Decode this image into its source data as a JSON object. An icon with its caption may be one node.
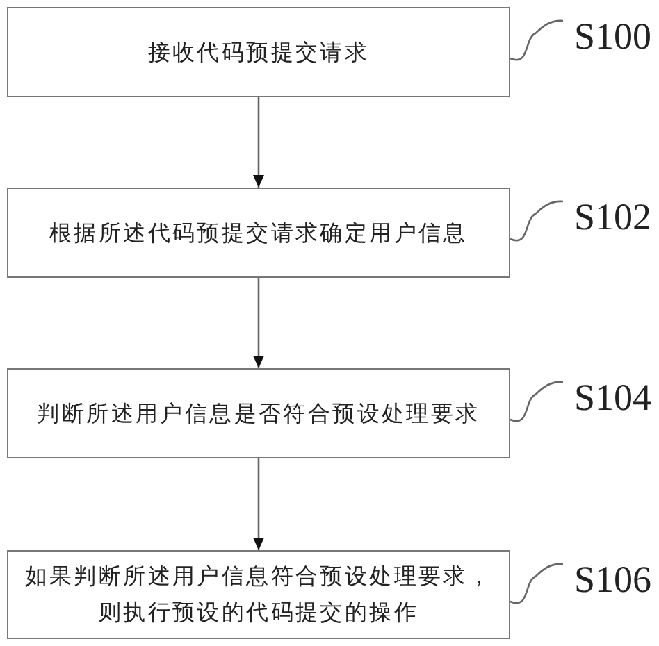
{
  "diagram": {
    "nodes": [
      {
        "text": [
          "接收代码预提交请求"
        ]
      },
      {
        "text": [
          "根据所述代码预提交请求确定用户信息"
        ]
      },
      {
        "text": [
          "判断所述用户信息是否符合预设处理要求"
        ]
      },
      {
        "text": [
          "如果判断所述用户信息符合预设处理要求，则执行预设的代码提交的操作"
        ]
      },
      {
        "text": [
          "S100"
        ]
      },
      {
        "text": [
          "S102"
        ]
      },
      {
        "text": [
          "S104"
        ]
      },
      {
        "text": [
          "S106"
        ]
      }
    ],
    "edges": [
      {
        "from": 0,
        "to": 1,
        "arrow": "to"
      },
      {
        "from": 1,
        "to": 2,
        "arrow": "to"
      },
      {
        "from": 2,
        "to": 3,
        "arrow": "to"
      },
      {
        "from": 4,
        "to": 0,
        "arrow": "none"
      },
      {
        "from": 5,
        "to": 1,
        "arrow": "none"
      },
      {
        "from": 6,
        "to": 2,
        "arrow": "none"
      },
      {
        "from": 7,
        "to": 3,
        "arrow": "none"
      }
    ]
  }
}
